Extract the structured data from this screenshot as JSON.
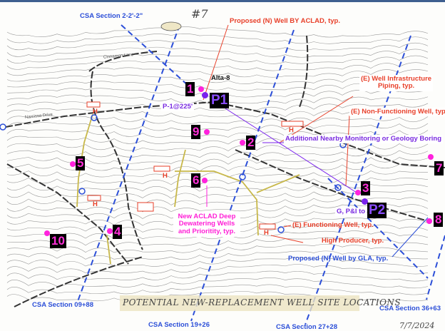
{
  "annotations": {
    "csa_section_top": "CSA Section 2-2'-2\"",
    "proposed_aclad": "Proposed (N) Well BY ACLAD, typ.",
    "alta": "Alta-8",
    "p1_depth": "P-1@225'",
    "well_infra_1": "(E) Well Infrastructure",
    "well_infra_2": "Piping, typ.",
    "non_functioning": "(E) Non-Functioning Well, typ",
    "additional_boring": "Additional Nearby Monitoring or Geology Boring",
    "new_aclad": "New ACLAD Deep Dewatering Wells and Prioritity, typ.",
    "gpi": "G, P&I to",
    "functioning": "(E) Functioning Well, typ.",
    "high_producer": "High Producer, typ.",
    "proposed_gla": "Proposed (N) Well by GLA, typ.",
    "csa_0988": "CSA Section 09+88",
    "csa_1926": "CSA Section 19+26",
    "csa_2728": "CSA Section 27+28",
    "csa_3663": "CSA Section 36+63",
    "road_narcissa": "Narcissa Drive",
    "road_cinnamon": "Cinnamon Lane",
    "high_marker": "H"
  },
  "handwritten": {
    "title": "POTENTIAL NEW-REPLACEMENT WELL SITE LOCATIONS",
    "sheet": "#7",
    "date": "7/7/2024"
  },
  "sites": [
    "1",
    "2",
    "3",
    "4",
    "5",
    "6",
    "7",
    "8",
    "9",
    "10"
  ],
  "piezometers": [
    "P1",
    "P2"
  ],
  "colors": {
    "site": "#ff22dd",
    "piezometer": "#7a22ee",
    "section_line": "#2c4fd8",
    "existing": "#e8402a",
    "pipe": "#c8b84a"
  }
}
